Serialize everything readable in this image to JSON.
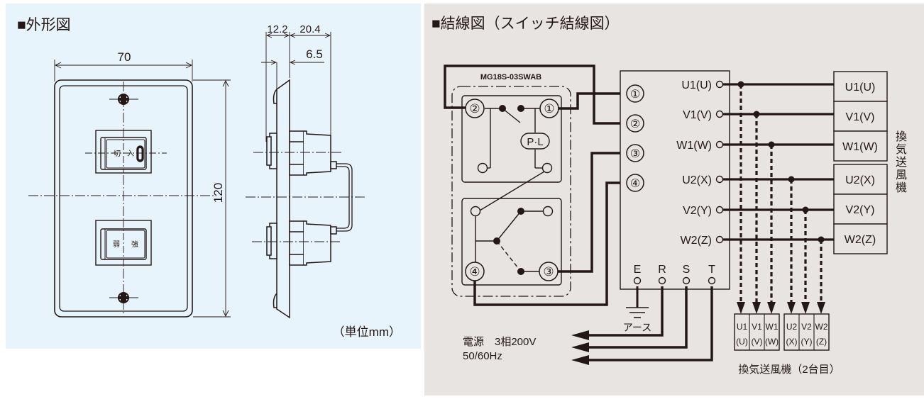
{
  "outline_drawing": {
    "title": "■外形図",
    "dim_width": "70",
    "dim_height": "120",
    "dim_side_front": "12.2",
    "dim_side_depth": "20.4",
    "dim_side_plate": "6.5",
    "switch_upper_labels": {
      "off": "切",
      "on": "入"
    },
    "switch_lower_labels": {
      "low": "弱",
      "high": "強"
    },
    "unit_note": "（単位mm）"
  },
  "wiring_diagram": {
    "title": "■結線図（スイッチ結線図）",
    "model": "MG18S-03SWAB",
    "switch_terminals": [
      "②",
      "①",
      "④",
      "③"
    ],
    "pilot_lamp": "P·L",
    "block_inputs": [
      "①",
      "②",
      "③",
      "④"
    ],
    "block_outputs": [
      "U1(U)",
      "V1(V)",
      "W1(W)",
      "U2(X)",
      "V2(Y)",
      "W2(Z)"
    ],
    "power_terminals": [
      "E",
      "R",
      "S",
      "T"
    ],
    "earth_label": "アース",
    "power_line1": "電源　3相200V",
    "power_line2": "50/60Hz",
    "fan1_terminals": [
      "U1(U)",
      "V1(V)",
      "W1(W)",
      "U2(X)",
      "V2(Y)",
      "W2(Z)"
    ],
    "fan1_label": [
      "換",
      "気",
      "送",
      "風",
      "機"
    ],
    "fan2_terminals": [
      {
        "top": "U1",
        "bottom": "(U)"
      },
      {
        "top": "V1",
        "bottom": "(V)"
      },
      {
        "top": "W1",
        "bottom": "(W)"
      },
      {
        "top": "U2",
        "bottom": "(X)"
      },
      {
        "top": "V2",
        "bottom": "(Y)"
      },
      {
        "top": "W2",
        "bottom": "(Z)"
      }
    ],
    "fan2_label": "換気送風機（2台目）"
  },
  "colors": {
    "left_bg": "#e8f4fc",
    "right_bg": "#e8e4e1",
    "ink": "#231815"
  }
}
